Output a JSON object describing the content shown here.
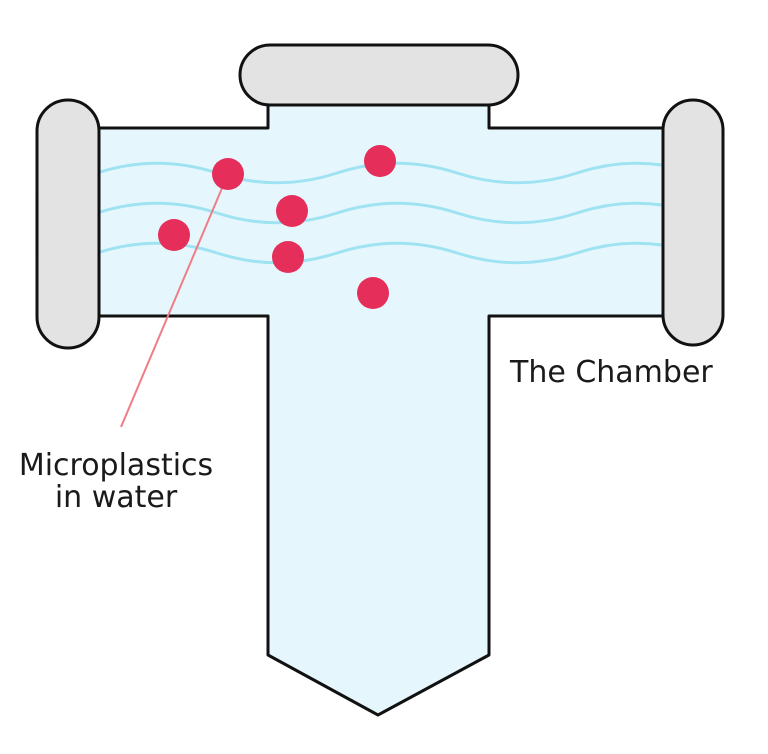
{
  "labels": {
    "chamber": "The Chamber",
    "microplastics_line1": "Microplastics",
    "microplastics_line2": "in water"
  },
  "colors": {
    "outline": "#111111",
    "water_fill": "#e5f7fd",
    "wave": "#9fe3f2",
    "cap_fill": "#e3e3e3",
    "particle": "#e62e5a",
    "leader_line": "#f07d86",
    "text": "#1a1a1a"
  }
}
